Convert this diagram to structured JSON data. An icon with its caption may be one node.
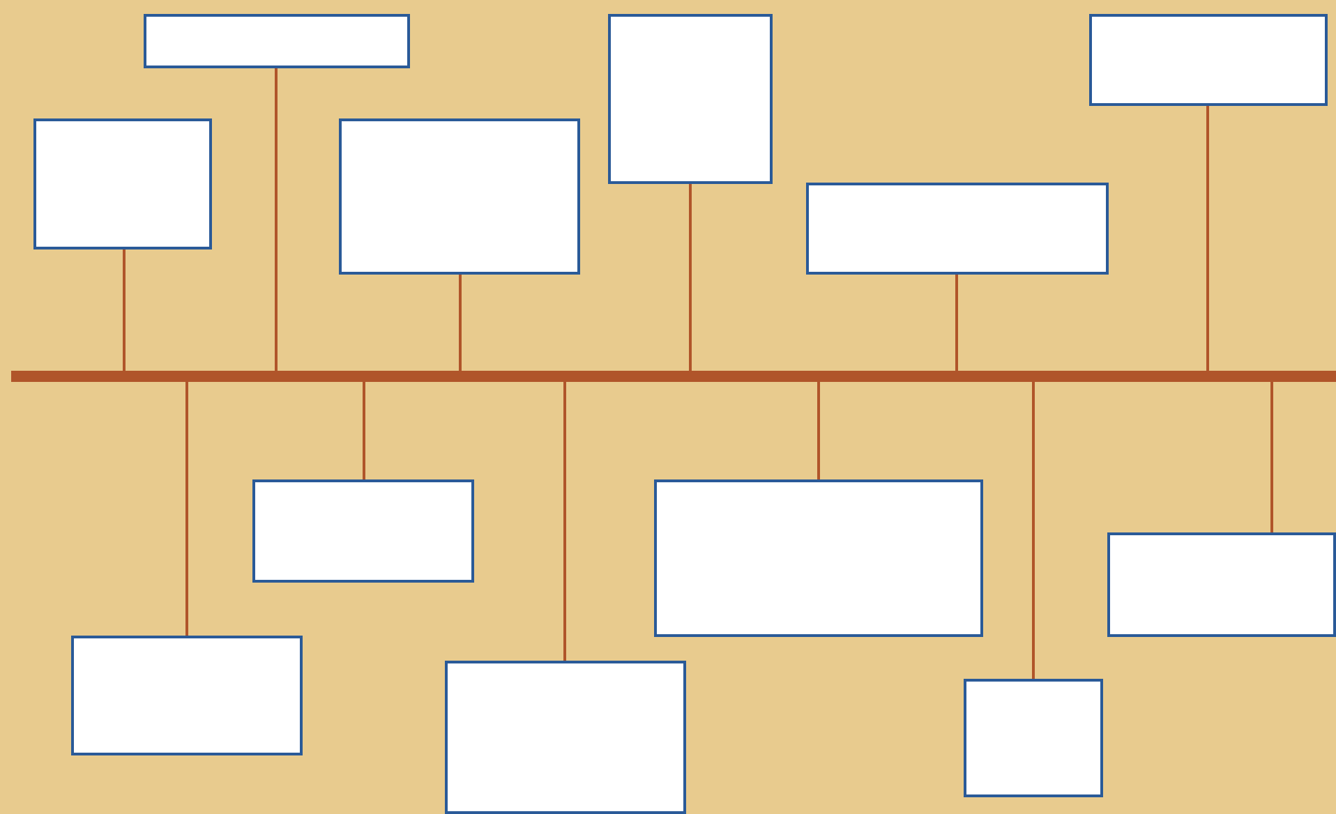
{
  "diagram": {
    "nodes": [
      {
        "text": [],
        "shape": "bar"
      },
      {
        "text": [],
        "shape": "box"
      },
      {
        "text": [],
        "shape": "box"
      },
      {
        "text": [],
        "shape": "box"
      },
      {
        "text": [],
        "shape": "box"
      },
      {
        "text": [],
        "shape": "box"
      },
      {
        "text": [],
        "shape": "box"
      },
      {
        "text": [],
        "shape": "box"
      },
      {
        "text": [],
        "shape": "box"
      },
      {
        "text": [],
        "shape": "box"
      },
      {
        "text": [],
        "shape": "box"
      },
      {
        "text": [],
        "shape": "box"
      },
      {
        "text": [],
        "shape": "box"
      }
    ],
    "edges": [
      {
        "from": 1,
        "to": 0,
        "arrow": "none"
      },
      {
        "from": 2,
        "to": 0,
        "arrow": "none"
      },
      {
        "from": 3,
        "to": 0,
        "arrow": "none"
      },
      {
        "from": 4,
        "to": 0,
        "arrow": "none"
      },
      {
        "from": 5,
        "to": 0,
        "arrow": "none"
      },
      {
        "from": 6,
        "to": 0,
        "arrow": "none"
      },
      {
        "from": 7,
        "to": 0,
        "arrow": "none"
      },
      {
        "from": 8,
        "to": 0,
        "arrow": "none"
      },
      {
        "from": 9,
        "to": 0,
        "arrow": "none"
      },
      {
        "from": 10,
        "to": 0,
        "arrow": "none"
      },
      {
        "from": 11,
        "to": 0,
        "arrow": "none"
      },
      {
        "from": 12,
        "to": 0,
        "arrow": "none"
      }
    ]
  }
}
